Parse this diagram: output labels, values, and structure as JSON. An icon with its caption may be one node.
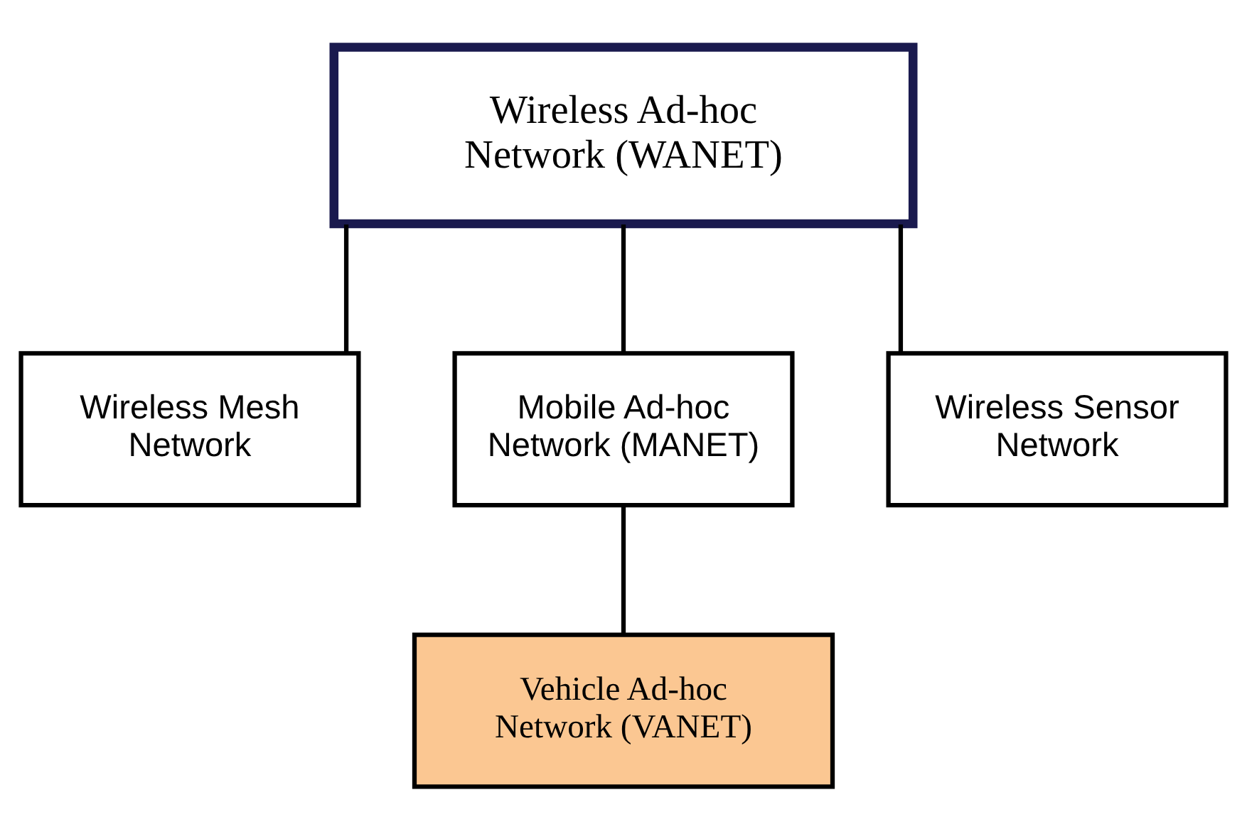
{
  "diagram": {
    "nodes": [
      {
        "text": [
          "Wireless Ad-hoc Network (WANET)"
        ]
      },
      {
        "text": [
          "Wireless Mesh Network"
        ]
      },
      {
        "text": [
          "Mobile Ad-hoc Network (MANET)"
        ]
      },
      {
        "text": [
          "Wireless Sensor Network"
        ]
      },
      {
        "text": [
          "Vehicle Ad-hoc Network (VANET)"
        ]
      }
    ],
    "edges": [
      {
        "from": 0,
        "to": 1,
        "arrow": "none"
      },
      {
        "from": 0,
        "to": 2,
        "arrow": "none"
      },
      {
        "from": 0,
        "to": 3,
        "arrow": "none"
      },
      {
        "from": 2,
        "to": 4,
        "arrow": "none"
      }
    ]
  }
}
